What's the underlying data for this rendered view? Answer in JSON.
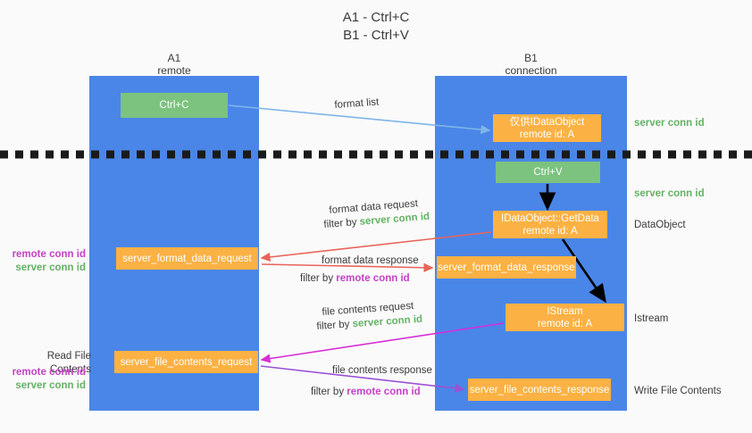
{
  "title": {
    "line1": "A1 - Ctrl+C",
    "line2": "B1 - Ctrl+V"
  },
  "lanes": [
    {
      "name": "A1",
      "subtitle": "remote"
    },
    {
      "name": "B1",
      "subtitle": "connection"
    }
  ],
  "colors": {
    "lane": "#4a86e8",
    "green_box": "#7bc37e",
    "orange_box": "#fbb143",
    "background": "#fafafa",
    "server_conn_id_text": "#64b265",
    "remote_conn_id_text": "#c642c6",
    "arrow_blue": "#7fb5e8",
    "arrow_red": "#e8645a",
    "arrow_magenta": "#d62fd6",
    "arrow_purple": "#9a52d6",
    "arrow_black": "#000000",
    "dashed_line": "#1a1a1a"
  },
  "boxes": {
    "ctrl_c": {
      "line1": "Ctrl+C",
      "line2": ""
    },
    "idataobject": {
      "line1": "仅供IDataObject",
      "line2": "remote id: A"
    },
    "ctrl_v": {
      "line1": "Ctrl+V",
      "line2": ""
    },
    "getdata": {
      "line1": "IDataObject::GetData",
      "line2": "remote id: A"
    },
    "format_data_request": {
      "line1": "server_format_data_request",
      "line2": ""
    },
    "format_data_response": {
      "line1": "server_format_data_response",
      "line2": ""
    },
    "istream": {
      "line1": "IStream",
      "line2": "remote id: A"
    },
    "file_contents_request": {
      "line1": "server_file_contents_request",
      "line2": ""
    },
    "file_contents_response": {
      "line1": "server_file_contents_response",
      "line2": ""
    }
  },
  "right_labels": {
    "server_conn_id_top": "server conn id",
    "server_conn_id_mid": "server conn id",
    "dataobject": "DataObject",
    "istream": "Istream",
    "write_file_contents": "Write File Contents"
  },
  "left_labels": {
    "remote_conn_id_1": "remote conn id",
    "server_conn_id_1": "server conn id",
    "read_file_contents": "Read File Contents",
    "remote_conn_id_2": "remote conn id",
    "server_conn_id_2": "server conn id"
  },
  "arrow_captions": {
    "format_list": "format list",
    "format_data_request": "format data request",
    "format_data_request_filter_prefix": "filter by ",
    "format_data_request_filter_value": "server conn id",
    "format_data_response": "format data response",
    "format_data_response_filter_prefix": "filter by ",
    "format_data_response_filter_value": "remote conn id",
    "file_contents_request": "file contents request",
    "file_contents_request_filter_prefix": "filter by ",
    "file_contents_request_filter_value": "server conn id",
    "file_contents_response": "file contents response",
    "file_contents_response_filter_prefix": "filter by ",
    "file_contents_response_filter_value": "remote conn id"
  }
}
